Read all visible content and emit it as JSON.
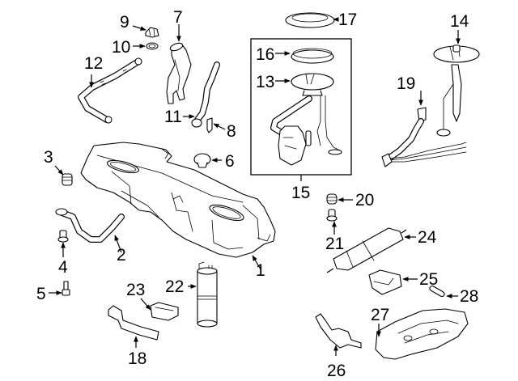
{
  "diagram": {
    "title": "Fuel tank and fuel system components",
    "colors": {
      "line": "#000000",
      "background": "#ffffff"
    },
    "callouts": [
      {
        "id": "1",
        "label": "1"
      },
      {
        "id": "2",
        "label": "2"
      },
      {
        "id": "3",
        "label": "3"
      },
      {
        "id": "4",
        "label": "4"
      },
      {
        "id": "5",
        "label": "5"
      },
      {
        "id": "6",
        "label": "6"
      },
      {
        "id": "7",
        "label": "7"
      },
      {
        "id": "8",
        "label": "8"
      },
      {
        "id": "9",
        "label": "9"
      },
      {
        "id": "10",
        "label": "10"
      },
      {
        "id": "11",
        "label": "11"
      },
      {
        "id": "12",
        "label": "12"
      },
      {
        "id": "13",
        "label": "13"
      },
      {
        "id": "14",
        "label": "14"
      },
      {
        "id": "15",
        "label": "15"
      },
      {
        "id": "16",
        "label": "16"
      },
      {
        "id": "17",
        "label": "17"
      },
      {
        "id": "18",
        "label": "18"
      },
      {
        "id": "19",
        "label": "19"
      },
      {
        "id": "20",
        "label": "20"
      },
      {
        "id": "21",
        "label": "21"
      },
      {
        "id": "22",
        "label": "22"
      },
      {
        "id": "23",
        "label": "23"
      },
      {
        "id": "24",
        "label": "24"
      },
      {
        "id": "25",
        "label": "25"
      },
      {
        "id": "26",
        "label": "26"
      },
      {
        "id": "27",
        "label": "27"
      },
      {
        "id": "28",
        "label": "28"
      }
    ],
    "parts": [
      {
        "callout": "1",
        "name": "fuel-tank"
      },
      {
        "callout": "2",
        "name": "tank-strap"
      },
      {
        "callout": "3",
        "name": "grommet"
      },
      {
        "callout": "4",
        "name": "nut"
      },
      {
        "callout": "5",
        "name": "bolt"
      },
      {
        "callout": "6",
        "name": "cap"
      },
      {
        "callout": "7",
        "name": "filler-neck"
      },
      {
        "callout": "8",
        "name": "clip"
      },
      {
        "callout": "9",
        "name": "filler-cap"
      },
      {
        "callout": "10",
        "name": "o-ring"
      },
      {
        "callout": "11",
        "name": "filler-hose"
      },
      {
        "callout": "12",
        "name": "vent-hose"
      },
      {
        "callout": "13",
        "name": "fuel-pump-assembly"
      },
      {
        "callout": "14",
        "name": "sending-unit"
      },
      {
        "callout": "15",
        "name": "fuel-pump-kit"
      },
      {
        "callout": "16",
        "name": "seal"
      },
      {
        "callout": "17",
        "name": "lock-ring"
      },
      {
        "callout": "18",
        "name": "bracket"
      },
      {
        "callout": "19",
        "name": "fuel-line"
      },
      {
        "callout": "20",
        "name": "spring"
      },
      {
        "callout": "21",
        "name": "insert"
      },
      {
        "callout": "22",
        "name": "vapor-canister"
      },
      {
        "callout": "23",
        "name": "canister-bracket"
      },
      {
        "callout": "24",
        "name": "fuel-filter"
      },
      {
        "callout": "25",
        "name": "filter-bracket"
      },
      {
        "callout": "26",
        "name": "mount-bracket"
      },
      {
        "callout": "27",
        "name": "heat-shield"
      },
      {
        "callout": "28",
        "name": "clip"
      }
    ]
  }
}
